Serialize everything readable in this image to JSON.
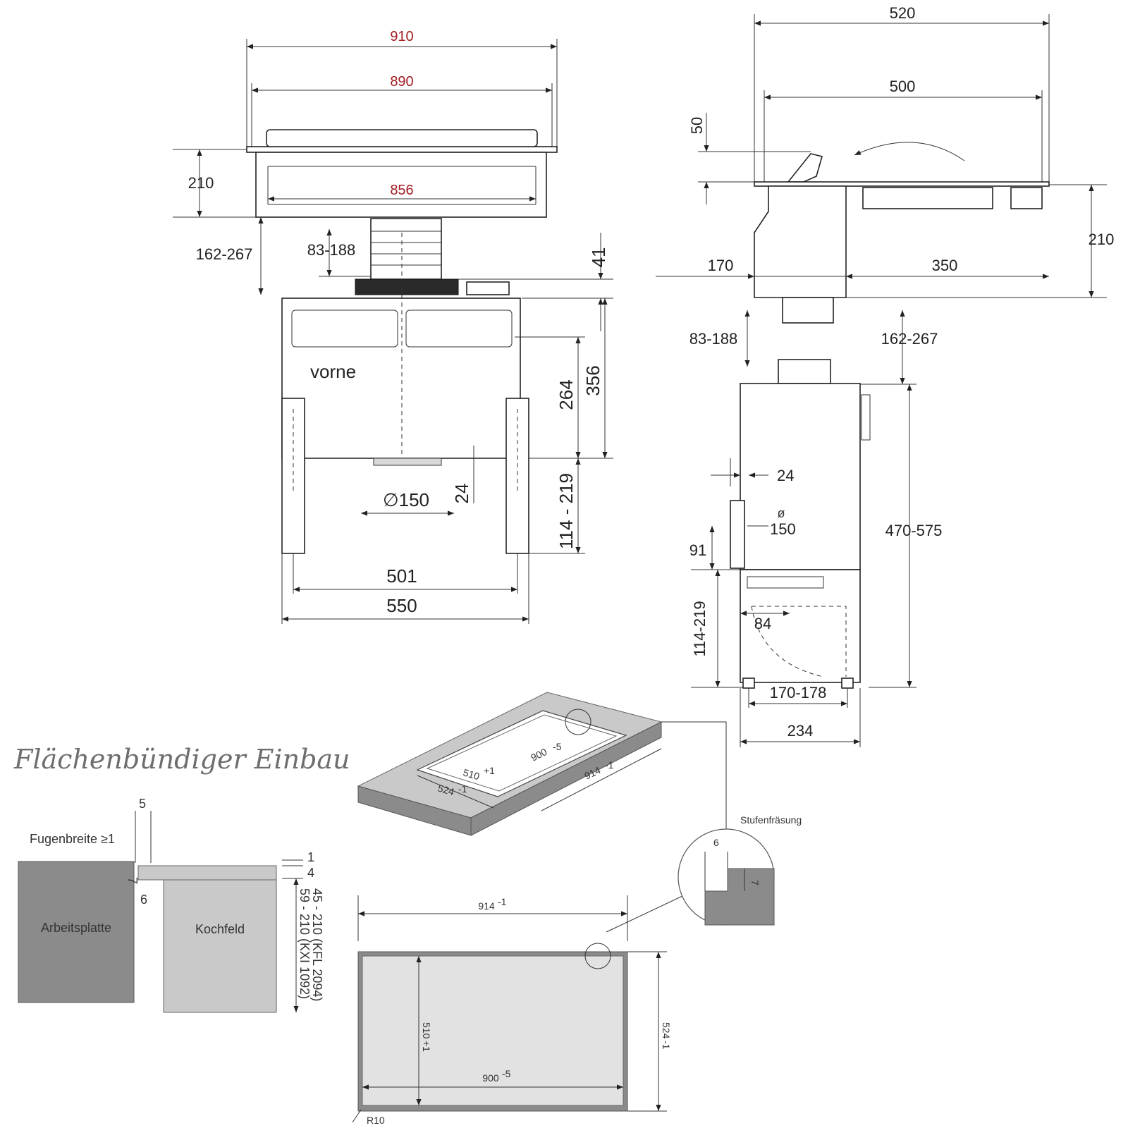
{
  "title": "Flächenbündiger Einbau",
  "front_view": {
    "dims": {
      "w910": "910",
      "w890": "890",
      "w856": "856",
      "h210": "210",
      "h162_267": "162-267",
      "h83_188": "83-188",
      "h41": "41",
      "h356": "356",
      "h264": "264",
      "d150": "∅150",
      "h24": "24",
      "h114_219": "114 - 219",
      "w501": "501",
      "w550": "550"
    },
    "vorne_label": "vorne"
  },
  "side_view": {
    "dims": {
      "w520": "520",
      "w500": "500",
      "h50": "50",
      "h210": "210",
      "w170": "170",
      "w350": "350"
    }
  },
  "lower_side_view": {
    "dims": {
      "h83_188": "83-188",
      "h162_267": "162-267",
      "w24": "24",
      "d_symbol": "ø",
      "d150": "150",
      "h91": "91",
      "h470_575": "470-575",
      "h114_219": "114-219",
      "w84": "84",
      "w170_178": "170-178",
      "w234": "234"
    }
  },
  "iso_view": {
    "dims": {
      "d510": "510",
      "d510_tol": "+1",
      "d900": "900",
      "d900_tol": "-5",
      "d524": "524",
      "d524_tol": "-1",
      "d914": "914",
      "d914_tol": "-1"
    }
  },
  "detail_step": {
    "label": "Stufenfräsung",
    "d6": "6",
    "d7": "7"
  },
  "section": {
    "fugenbreite": "Fugenbreite ≥1",
    "d5": "5",
    "d1": "1",
    "d4": "4",
    "d7": "7",
    "d6": "6",
    "arbeitsplatte": "Arbeitsplatte",
    "kochfeld": "Kochfeld",
    "range1": "45 - 210 (KFL 2094)",
    "range2": "59 - 210 (KXI 1092)"
  },
  "plan_view": {
    "d914": "914",
    "d914_tol": "-1",
    "d510": "510",
    "d510_tol": "+1",
    "d900": "900",
    "d900_tol": "-5",
    "d524": "524",
    "d524_tol": "-1",
    "r10": "R10"
  }
}
